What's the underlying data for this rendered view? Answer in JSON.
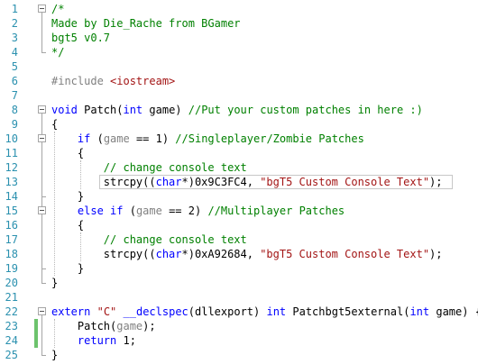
{
  "colors": {
    "keyword": "#0000ff",
    "comment": "#008000",
    "string": "#a31515",
    "line_number": "#2b91af",
    "preprocessor": "#808080",
    "change_saved": "#6dc36d",
    "change_marker": "#6dc36d"
  },
  "editor": {
    "lines": [
      {
        "n": "1",
        "tokens": [
          {
            "t": "/*",
            "c": "cm"
          }
        ]
      },
      {
        "n": "2",
        "tokens": [
          {
            "t": "Made by Die_Rache from BGamer",
            "c": "cm"
          }
        ]
      },
      {
        "n": "3",
        "tokens": [
          {
            "t": "bgt5 v0.7",
            "c": "cm"
          }
        ]
      },
      {
        "n": "4",
        "tokens": [
          {
            "t": "*/",
            "c": "cm"
          }
        ]
      },
      {
        "n": "5",
        "tokens": []
      },
      {
        "n": "6",
        "tokens": [
          {
            "t": "#include ",
            "c": "pp"
          },
          {
            "t": "<iostream>",
            "c": "st"
          }
        ]
      },
      {
        "n": "7",
        "tokens": []
      },
      {
        "n": "8",
        "tokens": [
          {
            "t": "void",
            "c": "kw"
          },
          {
            "t": " Patch(",
            "c": ""
          },
          {
            "t": "int",
            "c": "kw"
          },
          {
            "t": " game) ",
            "c": ""
          },
          {
            "t": "//Put your custom patches in here :)",
            "c": "cm"
          }
        ]
      },
      {
        "n": "9",
        "tokens": [
          {
            "t": "{",
            "c": ""
          }
        ]
      },
      {
        "n": "10",
        "tokens": [
          {
            "t": "    ",
            "c": ""
          },
          {
            "t": "if",
            "c": "kw"
          },
          {
            "t": " (",
            "c": ""
          },
          {
            "t": "game",
            "c": "pm"
          },
          {
            "t": " == 1) ",
            "c": ""
          },
          {
            "t": "//Singleplayer/Zombie Patches",
            "c": "cm"
          }
        ]
      },
      {
        "n": "11",
        "tokens": [
          {
            "t": "    {",
            "c": ""
          }
        ]
      },
      {
        "n": "12",
        "tokens": [
          {
            "t": "        ",
            "c": ""
          },
          {
            "t": "// change console text",
            "c": "cm"
          }
        ]
      },
      {
        "n": "13",
        "tokens": [
          {
            "t": "        strcpy((",
            "c": ""
          },
          {
            "t": "char",
            "c": "kw"
          },
          {
            "t": "*)0x9C3FC4, ",
            "c": ""
          },
          {
            "t": "\"bgT5 Custom Console Text\"",
            "c": "st"
          },
          {
            "t": ");",
            "c": ""
          }
        ]
      },
      {
        "n": "14",
        "tokens": [
          {
            "t": "    }",
            "c": ""
          }
        ]
      },
      {
        "n": "15",
        "tokens": [
          {
            "t": "    ",
            "c": ""
          },
          {
            "t": "else",
            "c": "kw"
          },
          {
            "t": " ",
            "c": ""
          },
          {
            "t": "if",
            "c": "kw"
          },
          {
            "t": " (",
            "c": ""
          },
          {
            "t": "game",
            "c": "pm"
          },
          {
            "t": " == 2) ",
            "c": ""
          },
          {
            "t": "//Multiplayer Patches",
            "c": "cm"
          }
        ]
      },
      {
        "n": "16",
        "tokens": [
          {
            "t": "    {",
            "c": ""
          }
        ]
      },
      {
        "n": "17",
        "tokens": [
          {
            "t": "        ",
            "c": ""
          },
          {
            "t": "// change console text",
            "c": "cm"
          }
        ]
      },
      {
        "n": "18",
        "tokens": [
          {
            "t": "        strcpy((",
            "c": ""
          },
          {
            "t": "char",
            "c": "kw"
          },
          {
            "t": "*)0xA92684, ",
            "c": ""
          },
          {
            "t": "\"bgT5 Custom Console Text\"",
            "c": "st"
          },
          {
            "t": ");",
            "c": ""
          }
        ]
      },
      {
        "n": "19",
        "tokens": [
          {
            "t": "    }",
            "c": ""
          }
        ]
      },
      {
        "n": "20",
        "tokens": [
          {
            "t": "}",
            "c": ""
          }
        ]
      },
      {
        "n": "21",
        "tokens": []
      },
      {
        "n": "22",
        "tokens": [
          {
            "t": "extern",
            "c": "kw"
          },
          {
            "t": " ",
            "c": ""
          },
          {
            "t": "\"C\"",
            "c": "st"
          },
          {
            "t": " ",
            "c": ""
          },
          {
            "t": "__declspec",
            "c": "kw"
          },
          {
            "t": "(dllexport) ",
            "c": ""
          },
          {
            "t": "int",
            "c": "kw"
          },
          {
            "t": " Patchbgt5external(",
            "c": ""
          },
          {
            "t": "int",
            "c": "kw"
          },
          {
            "t": " game) {",
            "c": ""
          }
        ]
      },
      {
        "n": "23",
        "tokens": [
          {
            "t": "    Patch(",
            "c": ""
          },
          {
            "t": "game",
            "c": "pm"
          },
          {
            "t": ");",
            "c": ""
          }
        ]
      },
      {
        "n": "24",
        "tokens": [
          {
            "t": "    ",
            "c": ""
          },
          {
            "t": "return",
            "c": "kw"
          },
          {
            "t": " 1;",
            "c": ""
          }
        ]
      },
      {
        "n": "25",
        "tokens": [
          {
            "t": "}",
            "c": ""
          }
        ]
      }
    ]
  }
}
